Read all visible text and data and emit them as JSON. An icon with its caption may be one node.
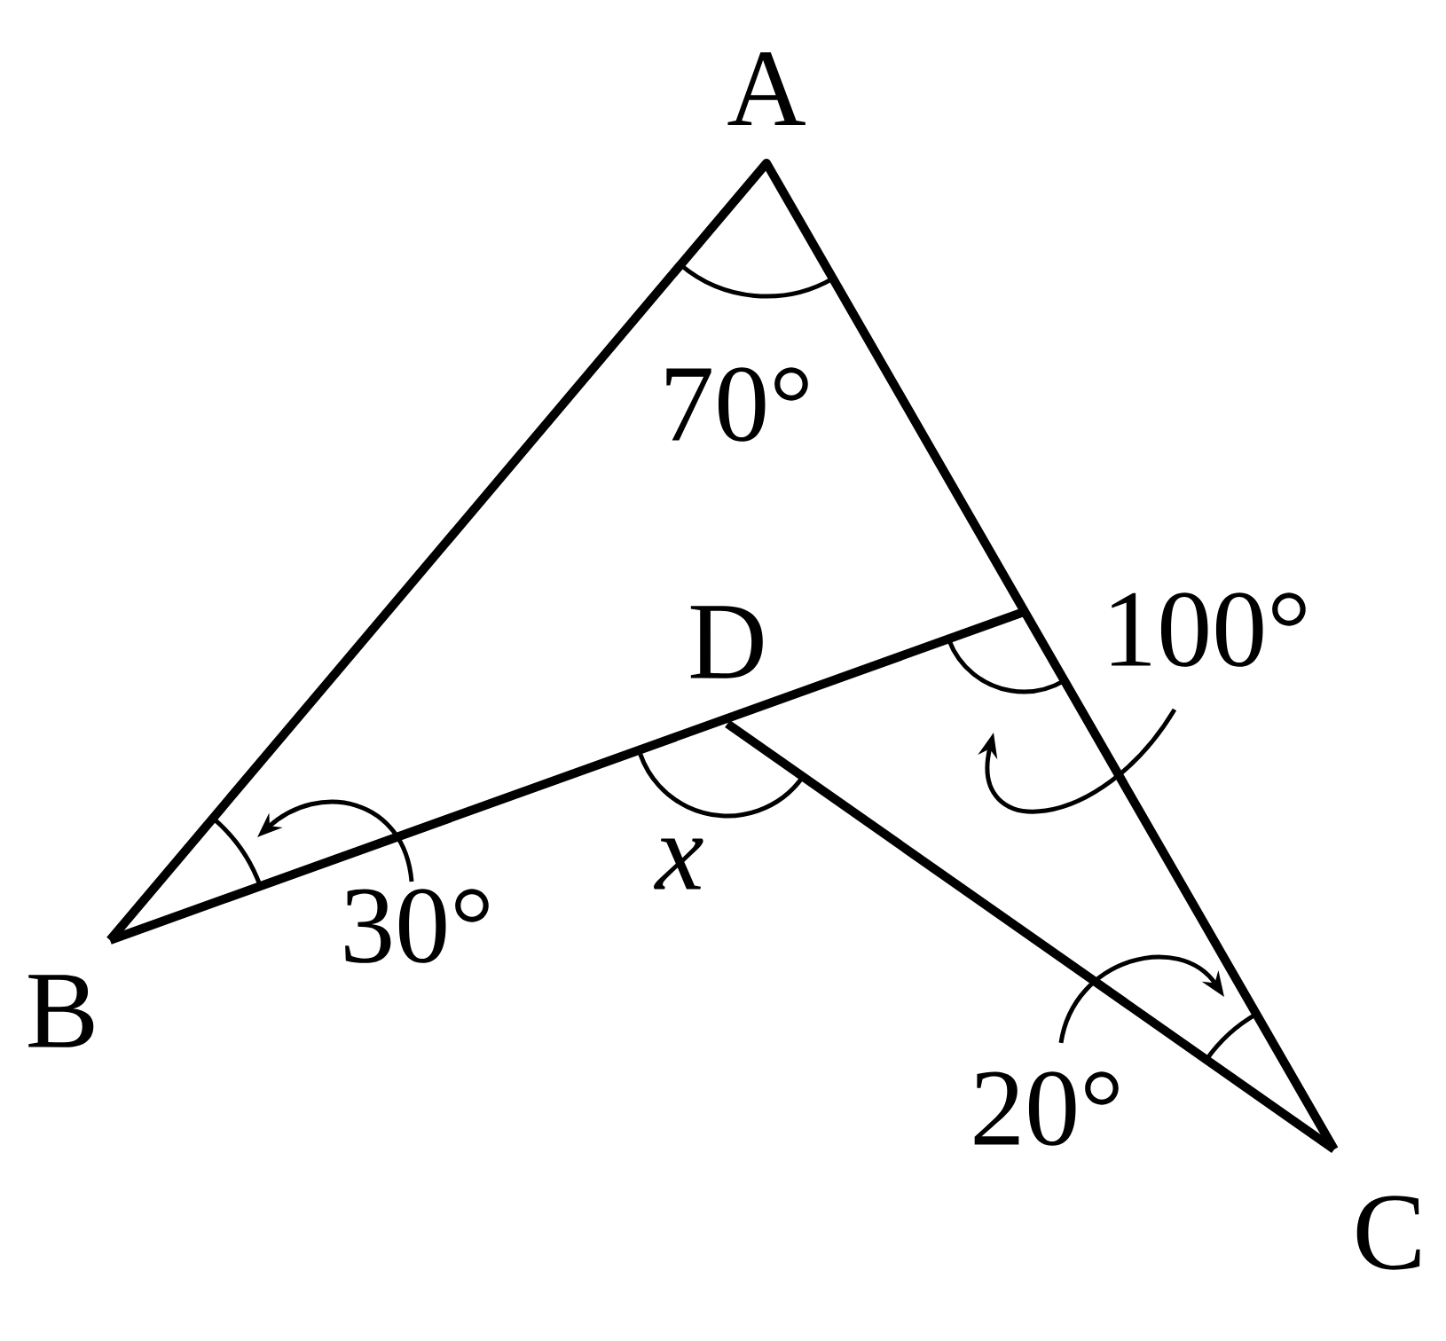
{
  "diagram": {
    "labels": [
      "A",
      "70°",
      "D",
      "100°",
      "B",
      "30°",
      "*x*",
      "20°",
      "C"
    ]
  }
}
